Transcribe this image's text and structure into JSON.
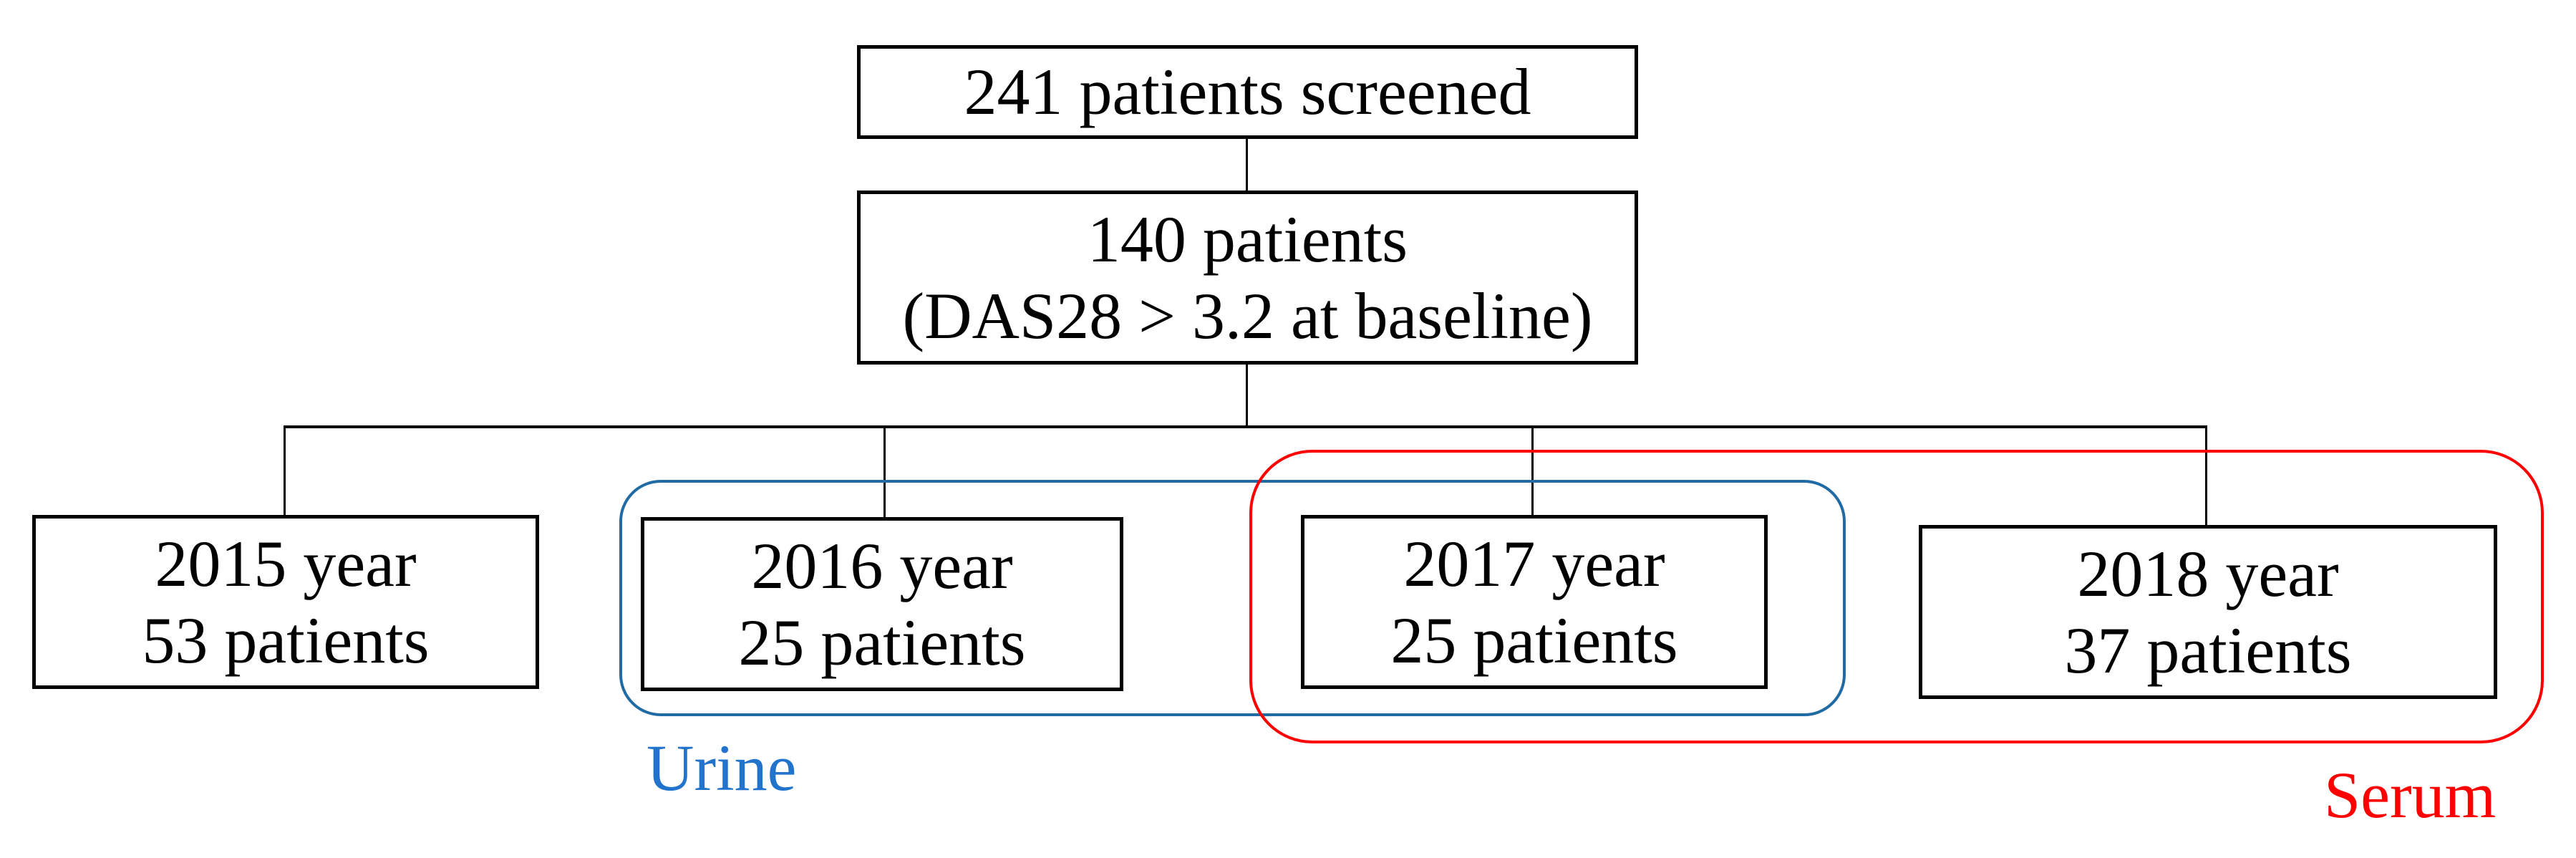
{
  "diagram": {
    "boxes": {
      "screened": {
        "lines": [
          "241 patients screened"
        ]
      },
      "baseline": {
        "lines": [
          "140 patients",
          "(DAS28 > 3.2 at baseline)"
        ]
      },
      "y2015": {
        "lines": [
          "2015 year",
          "53 patients"
        ]
      },
      "y2016": {
        "lines": [
          "2016 year",
          "25 patients"
        ]
      },
      "y2017": {
        "lines": [
          "2017 year",
          "25 patients"
        ]
      },
      "y2018": {
        "lines": [
          "2018 year",
          "37 patients"
        ]
      }
    },
    "groups": {
      "urine": {
        "label": "Urine",
        "label_color": "#2173CC",
        "outline_color": "#206BA4",
        "encloses": [
          "2016 year",
          "2017 year"
        ]
      },
      "serum": {
        "label": "Serum",
        "label_color": "#FF0000",
        "outline_color": "#FF0000",
        "encloses": [
          "2017 year",
          "2018 year"
        ]
      }
    },
    "colors": {
      "box_border": "#000000",
      "connector": "#000000",
      "text": "#000000",
      "background": "#FFFFFF"
    }
  }
}
